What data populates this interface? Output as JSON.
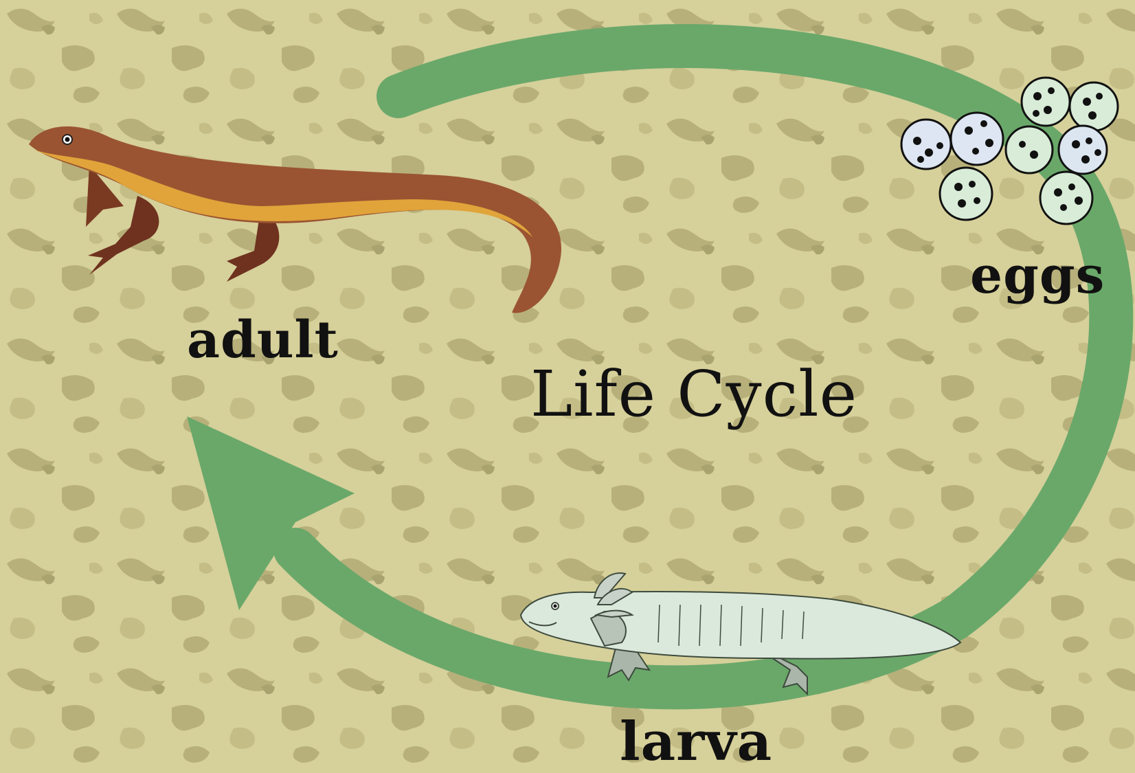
{
  "diagram": {
    "title": "Life Cycle",
    "stages": {
      "adult": "adult",
      "eggs": "eggs",
      "larva": "larva"
    }
  },
  "colors": {
    "background": "#d6d09a",
    "camouflage_patch": "#b7b07a",
    "arrow": "#6aa86a",
    "adult_body": "#9a5432",
    "adult_belly": "#e0a43a",
    "larva_body": "#dbe8dc",
    "larva_outline": "#3d4a3d",
    "egg_shell": "#d8ecd8",
    "egg_spot": "#111111"
  },
  "icons": {
    "adult": "salamander-adult-icon",
    "eggs": "egg-cluster-icon",
    "larva": "axolotl-larva-icon"
  }
}
